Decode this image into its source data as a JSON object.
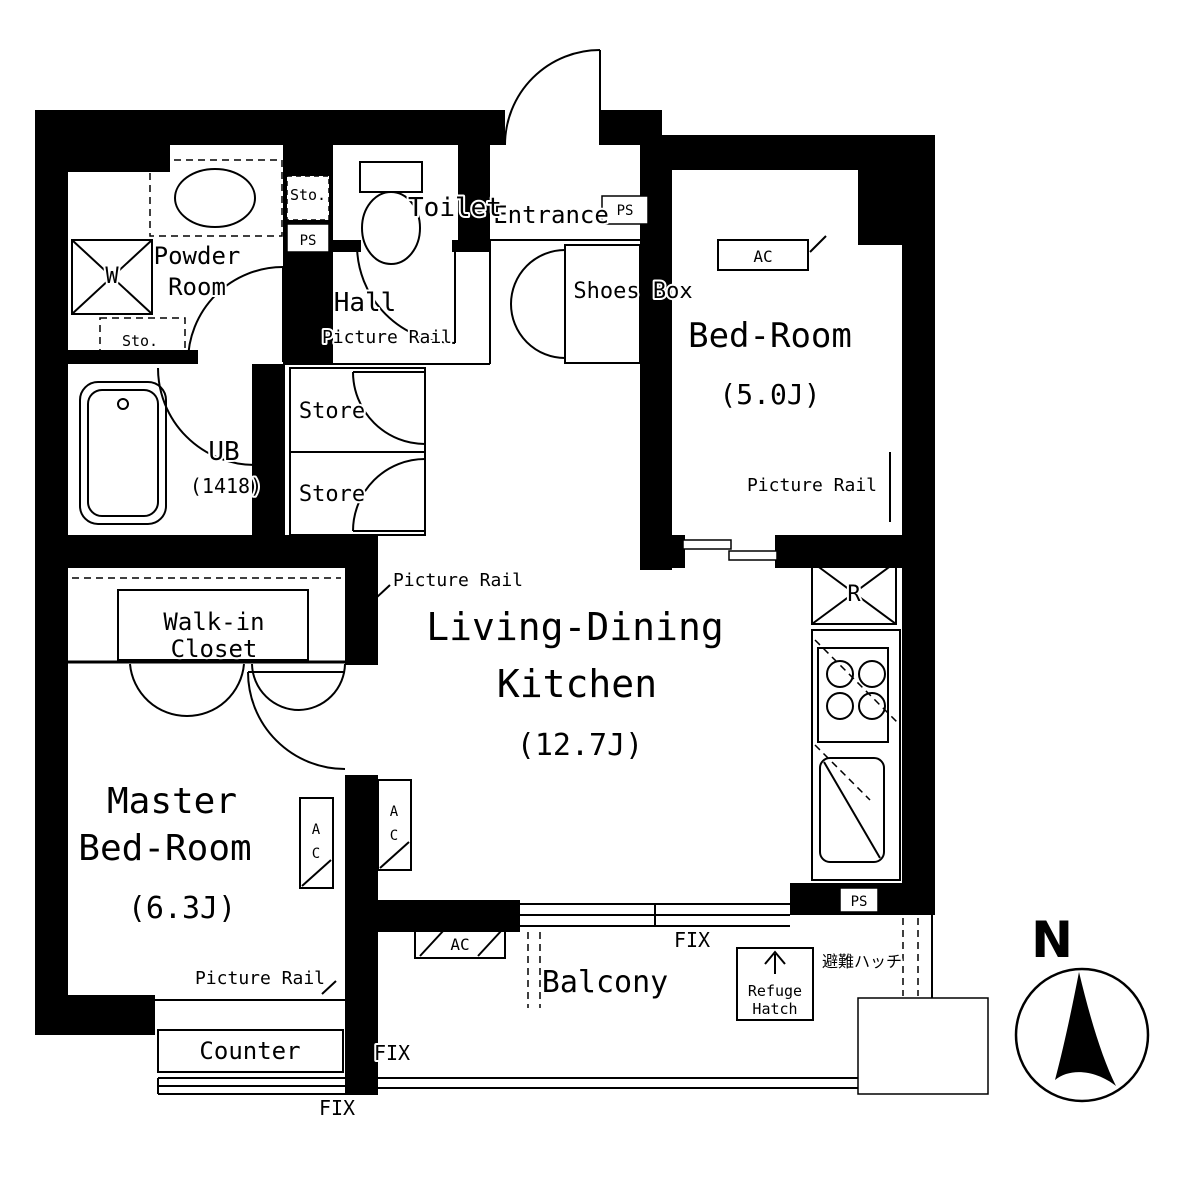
{
  "colors": {
    "line": "#000000",
    "background": "#ffffff"
  },
  "rooms": {
    "entrance": {
      "label": "Entrance"
    },
    "toilet": {
      "label": "Toilet"
    },
    "powder_room": {
      "line1": "Powder",
      "line2": "Room"
    },
    "hall": {
      "label": "Hall"
    },
    "shoes_box": {
      "label": "Shoes Box"
    },
    "bed_room": {
      "name": "Bed-Room",
      "size": "(5.0J)"
    },
    "ub": {
      "name": "UB",
      "size": "(1418)"
    },
    "store_upper": {
      "label": "Store"
    },
    "store_lower": {
      "label": "Store"
    },
    "walk_in_closet": {
      "line1": "Walk-in",
      "line2": "Closet"
    },
    "master_bed_room": {
      "line1": "Master",
      "line2": "Bed-Room",
      "size": "(6.3J)"
    },
    "ldk": {
      "line1": "Living-Dining",
      "line2": "Kitchen",
      "size": "(12.7J)"
    },
    "balcony": {
      "label": "Balcony"
    },
    "counter": {
      "label": "Counter"
    }
  },
  "fixtures": {
    "washing_machine": "W",
    "refrigerator": "R",
    "ac_bedroom": "AC",
    "ac_balcony": "AC",
    "ac_master_inner": {
      "top": "A",
      "bottom": "C"
    },
    "ac_master_outer": {
      "top": "A",
      "bottom": "C"
    }
  },
  "annotations": {
    "picture_rail_hall": "Picture Rail",
    "picture_rail_bedroom": "Picture Rail",
    "picture_rail_ldk": "Picture Rail",
    "picture_rail_master": "Picture Rail",
    "storage_top": "Sto.",
    "storage_left": "Sto.",
    "pipe_space_top": "PS",
    "pipe_space_entrance": "PS",
    "pipe_space_kitchen": "PS",
    "fix_balcony": "FIX",
    "fix_counter_side": "FIX",
    "fix_counter_bottom": "FIX",
    "refuge_hatch_line1": "Refuge",
    "refuge_hatch_line2": "Hatch",
    "refuge_hatch_jp": "避難ハッチ",
    "north": "N"
  }
}
